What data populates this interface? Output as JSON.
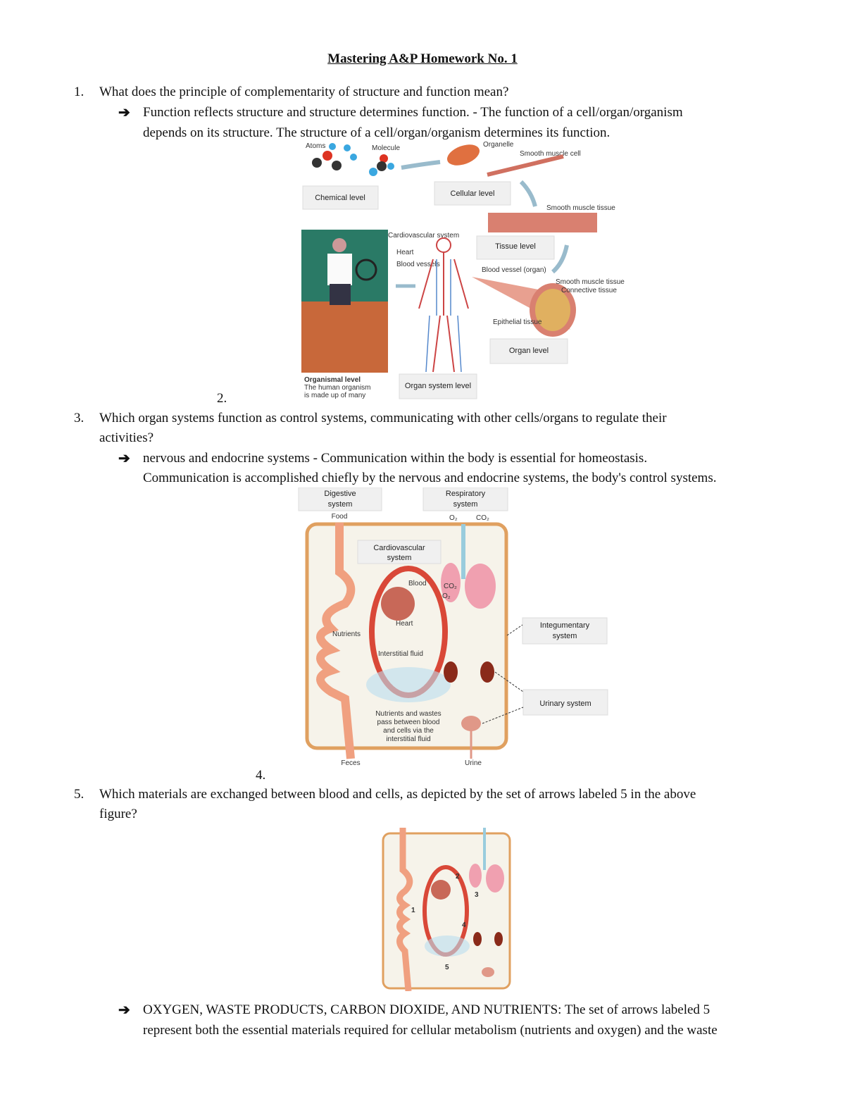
{
  "title": "Mastering A&P Homework No. 1",
  "q1": {
    "number": "1.",
    "question": "What does the principle of complementarity of structure and function mean?",
    "answer_line1": "Function reflects structure and structure determines function. - The function of a cell/organ/organism",
    "answer_line2": "depends on its structure. The structure of a cell/organ/organism determines its function."
  },
  "fig1": {
    "number": "2.",
    "atoms": "Atoms",
    "molecule": "Molecule",
    "organelle": "Organelle",
    "smooth_muscle_cell": "Smooth muscle cell",
    "chemical_level": "Chemical level",
    "cellular_level": "Cellular level",
    "smooth_muscle_tissue": "Smooth muscle tissue",
    "tissue_level": "Tissue level",
    "cardiovascular_system": "Cardiovascular system",
    "heart": "Heart",
    "blood_vessels": "Blood vessels",
    "blood_vessel_organ": "Blood vessel (organ)",
    "smooth_muscle_tissue2": "Smooth muscle tissue",
    "connective_tissue": "Connective tissue",
    "epithelial_tissue": "Epithelial tissue",
    "organ_level": "Organ level",
    "organ_system_level": "Organ system level",
    "organismal_level": "Organismal level",
    "organismal_desc1": "The human organism",
    "organismal_desc2": "is made up of many"
  },
  "q3": {
    "number": "3.",
    "question_line1": "Which organ systems function as control systems, communicating with other cells/organs to regulate their",
    "question_line2": "activities?",
    "answer_line1": "nervous and endocrine systems - Communication within the body is essential for homeostasis.",
    "answer_line2": "Communication is accomplished chiefly by the nervous and endocrine systems, the body's control systems."
  },
  "fig2": {
    "number": "4.",
    "digestive_system": [
      "Digestive",
      "system"
    ],
    "respiratory_system": [
      "Respiratory",
      "system"
    ],
    "food": "Food",
    "o2": "O₂",
    "co2": "CO₂",
    "cardiovascular_system": [
      "Cardiovascular",
      "system"
    ],
    "blood": "Blood",
    "heart": "Heart",
    "nutrients": "Nutrients",
    "interstitial_fluid": "Interstitial fluid",
    "integumentary_system": [
      "Integumentary",
      "system"
    ],
    "urinary_system": "Urinary system",
    "caption": [
      "Nutrients and wastes",
      "pass between blood",
      "and cells via the",
      "interstitial fluid"
    ],
    "feces": "Feces",
    "urine": "Urine"
  },
  "q5": {
    "number": "5.",
    "question_line1": "Which materials are exchanged between blood and cells, as depicted by the set of arrows labeled 5 in the above",
    "question_line2": "figure?",
    "answer_line1": "OXYGEN, WASTE PRODUCTS, CARBON DIOXIDE,  AND NUTRIENTS: The set of arrows labeled 5",
    "answer_line2": "represent both the essential materials required for cellular metabolism (nutrients and oxygen) and the waste"
  },
  "fig3": {
    "labels": [
      "1",
      "2",
      "3",
      "4",
      "5"
    ]
  },
  "icons": {
    "answer_arrow": "➔"
  }
}
